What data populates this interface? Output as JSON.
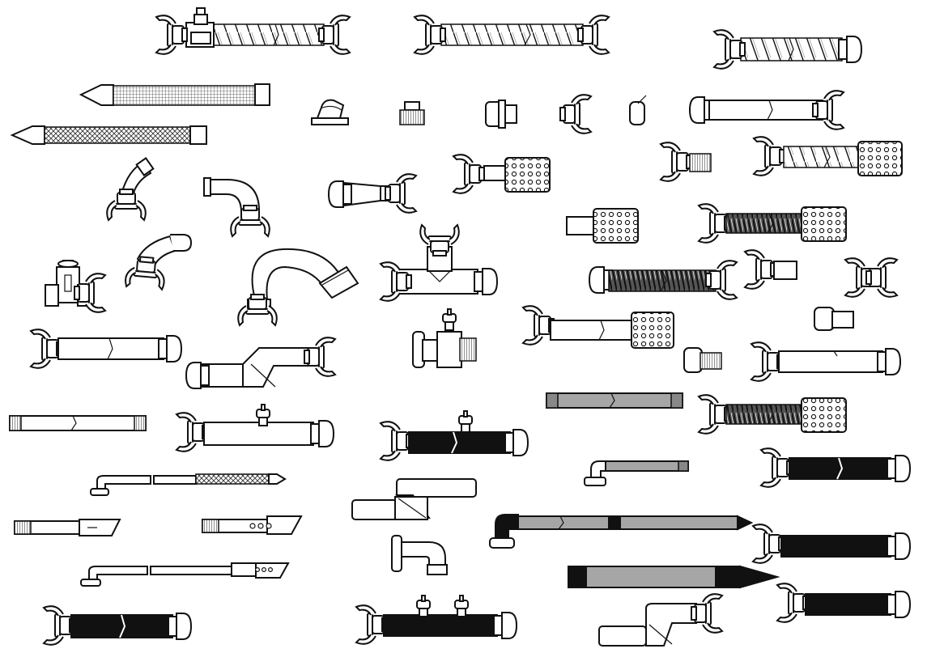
{
  "page": {
    "background": "#ffffff"
  },
  "palette": {
    "line": "#111111",
    "fill": "#ffffff",
    "hose_black": "#111111",
    "hose_grey": "#a6a6a6"
  },
  "components": [
    {
      "name": "hose-assembly-ball-valve-claw-couplings",
      "icon": "spiral-hose-with-ball-valve"
    },
    {
      "name": "hose-assembly-claw-couplings",
      "icon": "spiral-hose"
    },
    {
      "name": "hose-claw-coupling-tail",
      "icon": "spiral-hose"
    },
    {
      "name": "sleeved-hose-nozzle",
      "icon": "mesh-hose"
    },
    {
      "name": "braided-hose-nozzle",
      "icon": "braided-hose"
    },
    {
      "name": "small-fittings",
      "icon": "couplings"
    },
    {
      "name": "suction-hose-claw",
      "icon": "smooth-hose"
    },
    {
      "name": "elbow-claw",
      "icon": "elbow"
    },
    {
      "name": "strainers",
      "icon": "strainer"
    },
    {
      "name": "gate-valve",
      "icon": "valve"
    },
    {
      "name": "tee-piece",
      "icon": "tee"
    },
    {
      "name": "black-hose-assemblies",
      "icon": "black-hose"
    },
    {
      "name": "grey-lance-pipes",
      "icon": "grey-pipe"
    },
    {
      "name": "offset-pipe-connectors",
      "icon": "offset-pipe"
    }
  ]
}
